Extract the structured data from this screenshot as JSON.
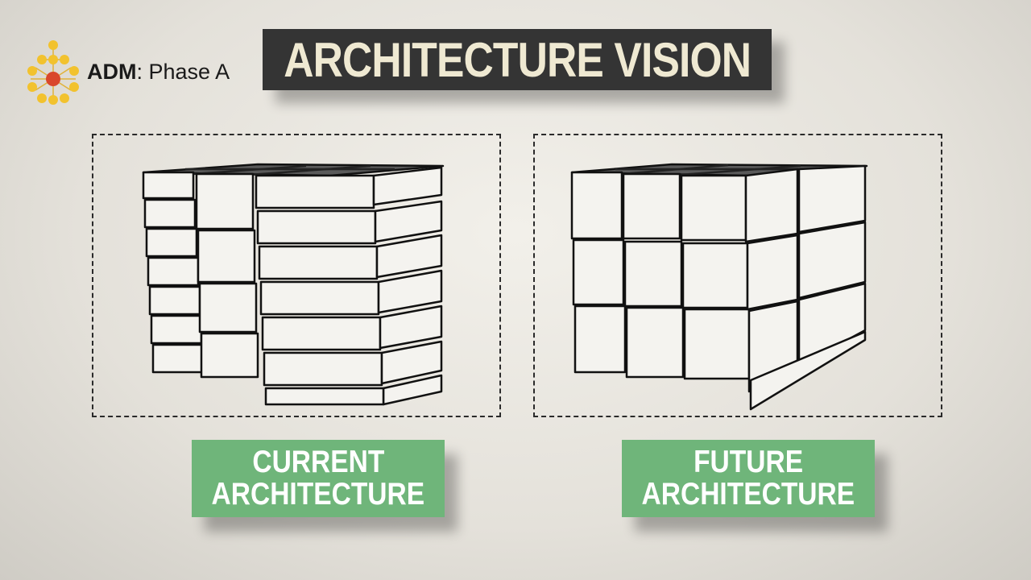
{
  "header": {
    "adm_bold": "ADM",
    "adm_rest": ": Phase A",
    "title": "ARCHITECTURE VISION"
  },
  "left_panel": {
    "label_line1": "CURRENT",
    "label_line2": "ARCHITECTURE"
  },
  "right_panel": {
    "label_line1": "FUTURE",
    "label_line2": "ARCHITECTURE"
  },
  "colors": {
    "title_bg": "#343434",
    "title_text": "#efe9d2",
    "label_bg": "#6fb57a",
    "logo_center": "#d9472b",
    "logo_nodes": "#f2c22e"
  }
}
